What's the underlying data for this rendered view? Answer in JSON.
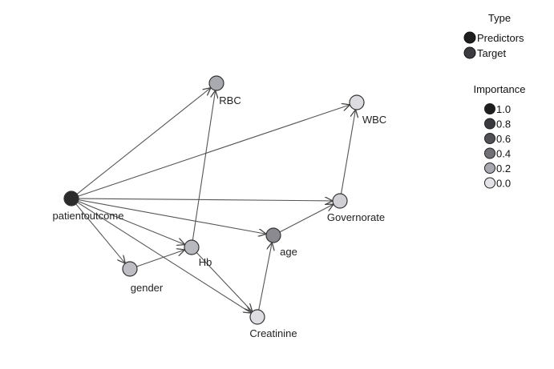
{
  "nodes": [
    {
      "id": "patientoutcome",
      "label": "patientoutcome",
      "fill": "#2b2b2b"
    },
    {
      "id": "RBC",
      "label": "RBC",
      "fill": "#a9a9b0"
    },
    {
      "id": "WBC",
      "label": "WBC",
      "fill": "#dcdce0"
    },
    {
      "id": "Governorate",
      "label": "Governorate",
      "fill": "#d0d0d5"
    },
    {
      "id": "age",
      "label": "age",
      "fill": "#8a8a90"
    },
    {
      "id": "Hb",
      "label": "Hb",
      "fill": "#b8b8bf"
    },
    {
      "id": "gender",
      "label": "gender",
      "fill": "#bdbdc3"
    },
    {
      "id": "Creatinine",
      "label": "Creatinine",
      "fill": "#dedee2"
    }
  ],
  "edges": [
    [
      "patientoutcome",
      "RBC"
    ],
    [
      "patientoutcome",
      "WBC"
    ],
    [
      "patientoutcome",
      "Governorate"
    ],
    [
      "patientoutcome",
      "age"
    ],
    [
      "patientoutcome",
      "Hb"
    ],
    [
      "patientoutcome",
      "gender"
    ],
    [
      "patientoutcome",
      "Creatinine"
    ],
    [
      "gender",
      "Hb"
    ],
    [
      "Hb",
      "RBC"
    ],
    [
      "Hb",
      "Creatinine"
    ],
    [
      "Creatinine",
      "age"
    ],
    [
      "age",
      "Governorate"
    ],
    [
      "Governorate",
      "WBC"
    ]
  ],
  "legend": {
    "type_title": "Type",
    "types": [
      {
        "label": "Predictors",
        "fill": "#1e1e1e"
      },
      {
        "label": "Target",
        "fill": "#3c3c40"
      }
    ],
    "importance_title": "Importance",
    "importance": [
      {
        "label": "1.0",
        "fill": "#1e1e1e"
      },
      {
        "label": "0.8",
        "fill": "#3a3a3e"
      },
      {
        "label": "0.6",
        "fill": "#505055"
      },
      {
        "label": "0.4",
        "fill": "#707076"
      },
      {
        "label": "0.2",
        "fill": "#a8a8b0"
      },
      {
        "label": "0.0",
        "fill": "#e4e4e8"
      }
    ]
  }
}
